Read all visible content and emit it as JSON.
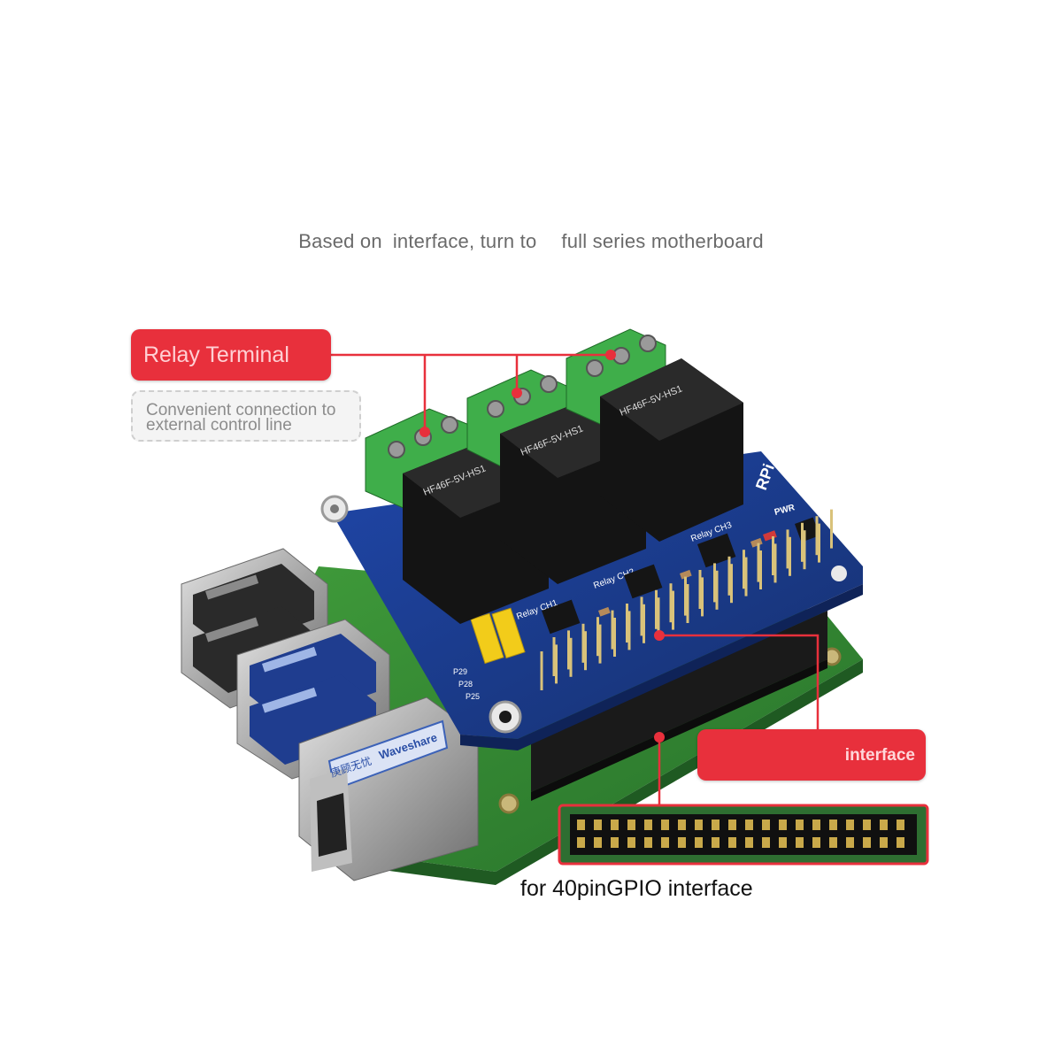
{
  "headline": {
    "part1": "Based on",
    "part2": "interface, turn to",
    "part3": "full series motherboard"
  },
  "callouts": {
    "relay_terminal": "Relay Terminal",
    "relay_terminal_desc_line1": "Convenient connection to",
    "relay_terminal_desc_line2": "external control line",
    "interface": "interface"
  },
  "caption": "for 40pinGPIO interface",
  "board_labels": {
    "relay_ch1": "Relay CH1",
    "relay_ch2": "Relay CH2",
    "relay_ch3": "Relay CH3",
    "pwr": "PWR",
    "rpi": "RPi",
    "p29": "P29",
    "p28": "P28",
    "p25": "P25",
    "relay_model": "HF46F-5V-HS1",
    "rj45_brand": "Waveshare",
    "rj45_chinese": "庚顾无忧"
  },
  "colors": {
    "callout_red": "#e8303c",
    "hat_blue": "#1e3a8c",
    "pcb_green": "#3e8f3a",
    "terminal_green": "#3fae4a",
    "relay_black": "#141414",
    "jumper_yellow": "#f2cc1a"
  }
}
